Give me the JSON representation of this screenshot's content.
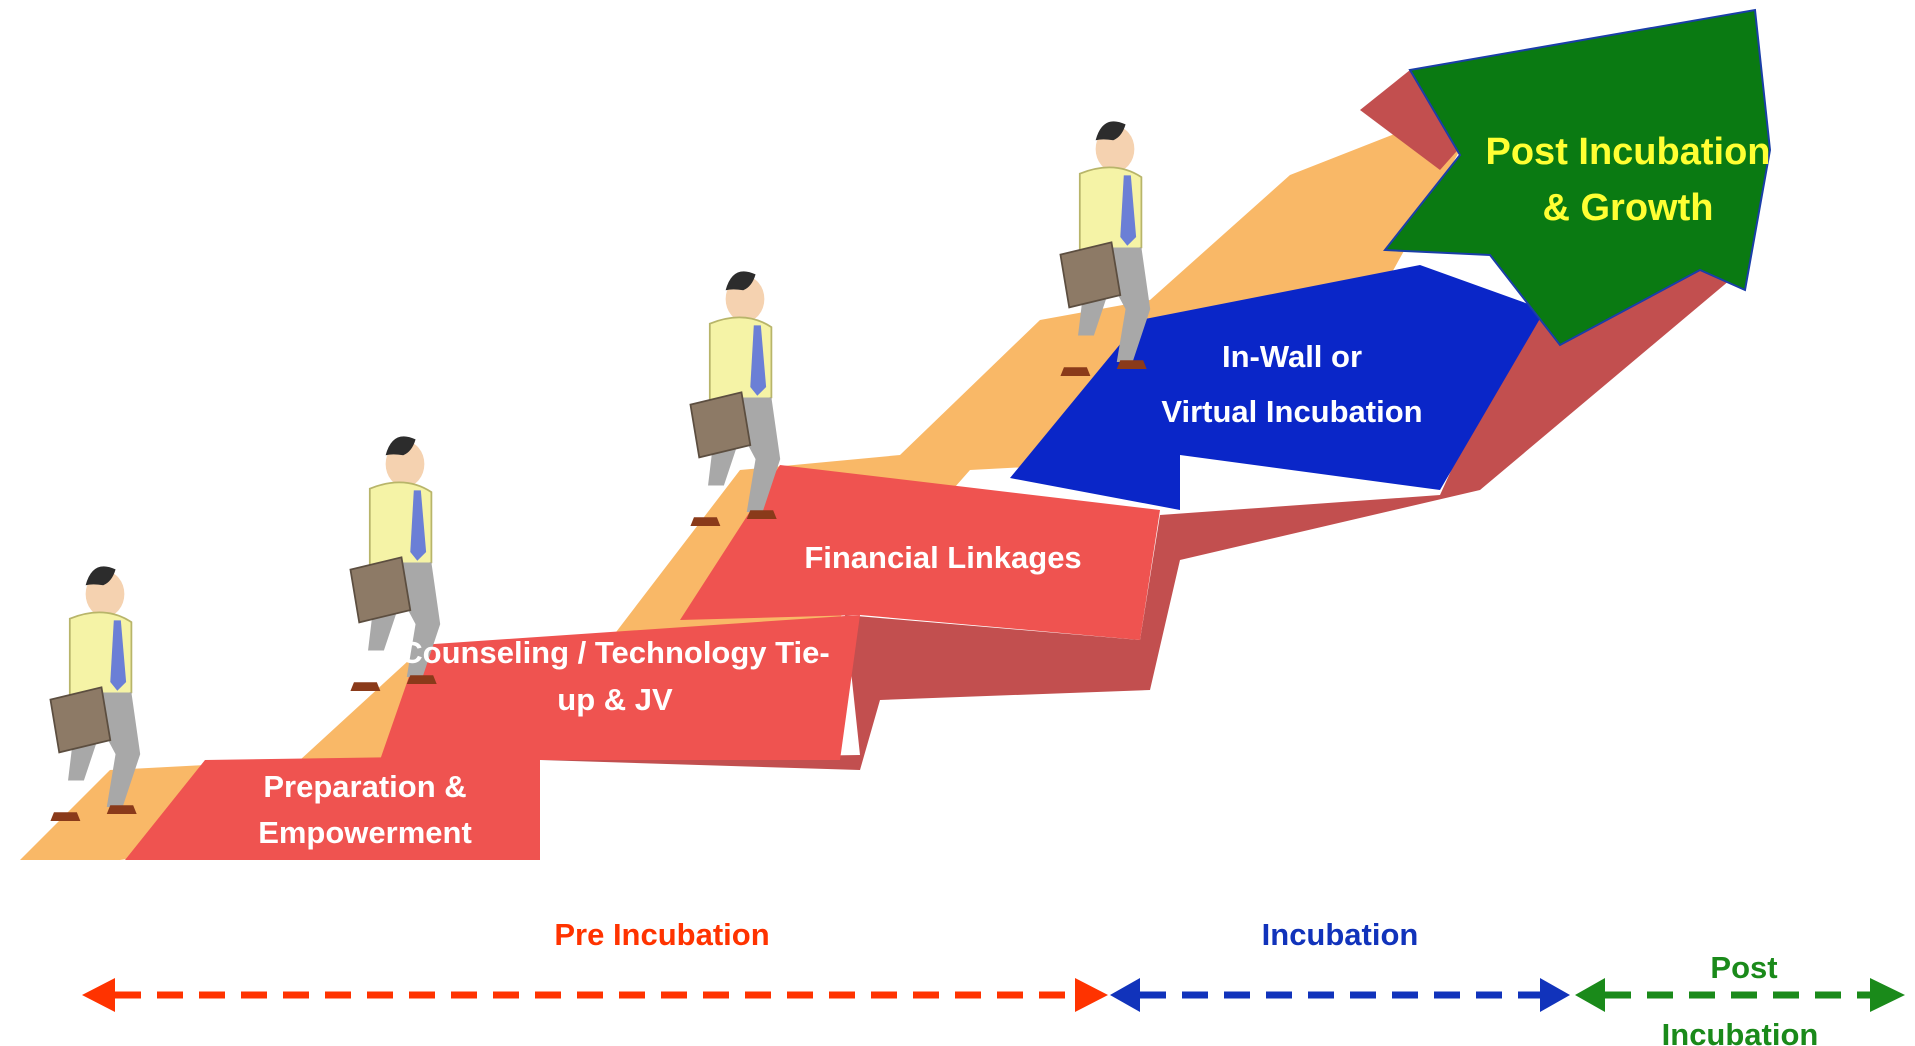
{
  "steps": [
    {
      "lines": [
        "Preparation &",
        "Empowerment"
      ],
      "color": "#ef5350",
      "text_color": "#ffffff"
    },
    {
      "lines": [
        "Counseling / Technology Tie-",
        "up & JV"
      ],
      "color": "#ef5350",
      "text_color": "#ffffff"
    },
    {
      "lines": [
        "Financial Linkages"
      ],
      "color": "#ef5350",
      "text_color": "#ffffff"
    },
    {
      "lines": [
        "In-Wall or",
        "Virtual Incubation"
      ],
      "color": "#0a26c8",
      "text_color": "#ffffff"
    },
    {
      "lines": [
        "Post Incubation",
        "& Growth"
      ],
      "color": "#0a7a12",
      "text_color": "#ffff33"
    }
  ],
  "phases": [
    {
      "name": "Pre Incubation",
      "color": "#ff3300"
    },
    {
      "name": "Incubation",
      "color": "#1133bb"
    },
    {
      "lines": [
        "Post",
        "Incubation"
      ],
      "color": "#1a8a1a"
    }
  ],
  "colors": {
    "ribbon_shadow": "#c24f4f",
    "ribbon_back": "#f9b867",
    "figure_shirt": "#f5f3a6",
    "figure_pants": "#a8a8a8",
    "figure_tie": "#6b7fd6",
    "briefcase": "#8d7a66",
    "hair": "#2c2c2c",
    "skin": "#f5d2b0",
    "shoes": "#8a3a1a"
  }
}
